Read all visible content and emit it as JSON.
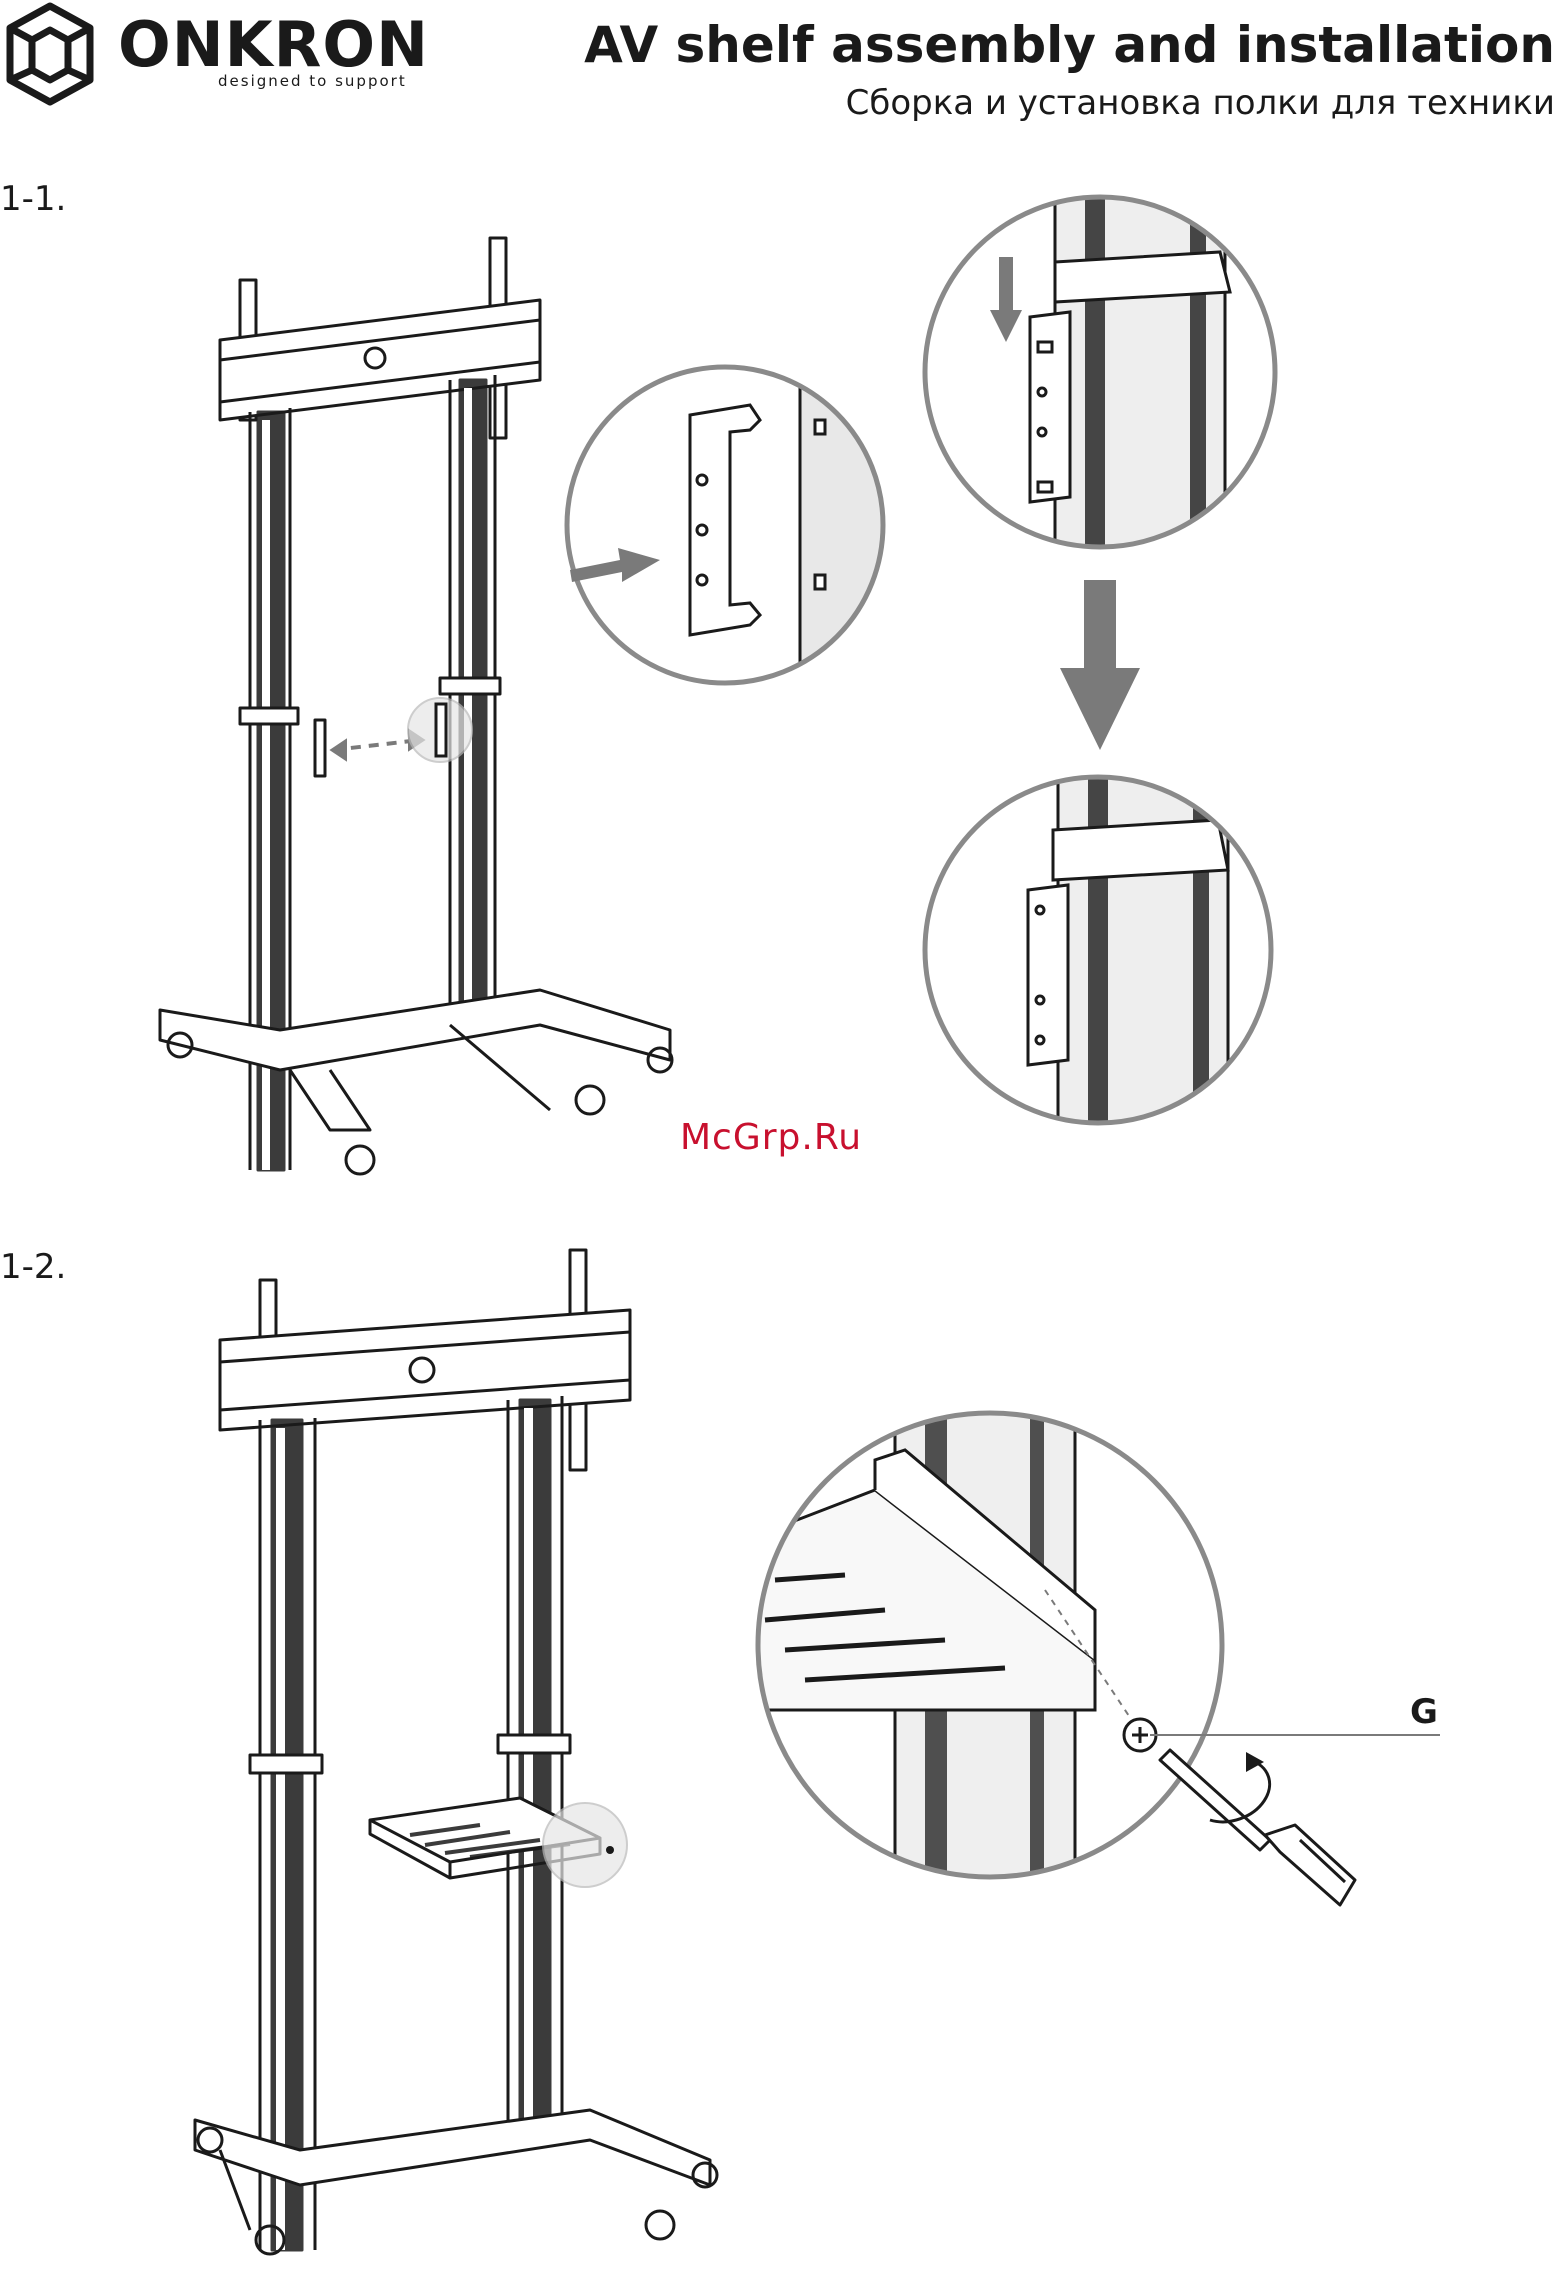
{
  "header": {
    "brand": "ONKRON",
    "tagline": "designed to support",
    "title": "AV shelf assembly and installation",
    "subtitle": "Сборка и установка полки для техники"
  },
  "steps": [
    {
      "label": "1-1."
    },
    {
      "label": "1-2."
    }
  ],
  "watermark": "McGrp.Ru",
  "callouts": {
    "screw": "G"
  },
  "icons": [
    "onkron-logo-icon",
    "arrow-icon",
    "screwdriver-icon",
    "rotate-icon",
    "screw-icon"
  ]
}
